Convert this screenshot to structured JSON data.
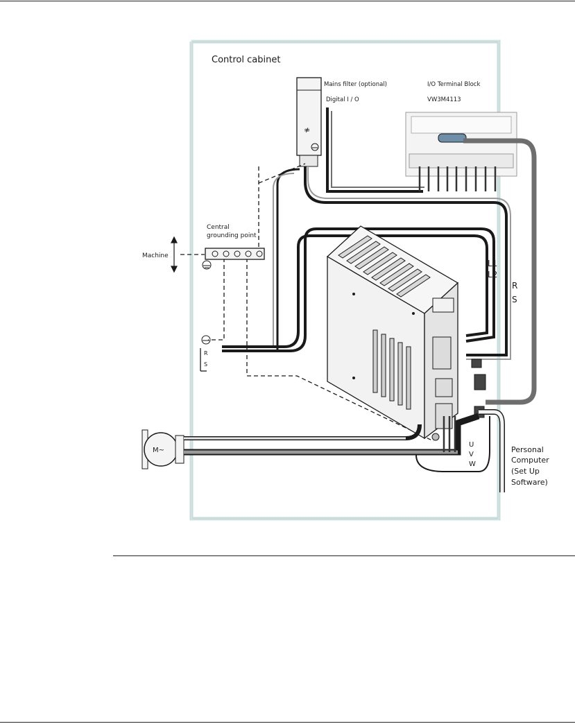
{
  "diagram": {
    "cabinet_label": "Control cabinet",
    "mains_filter_label": "Mains filter (optional)",
    "digital_io_label": "Digital  I / O",
    "io_block_title": "I/O Terminal Block",
    "io_block_model": "VW3M4113",
    "grounding_label_line1": "Central",
    "grounding_label_line2": "grounding point",
    "machine_label": "Machine",
    "l1_label": "L1",
    "l2_label": "L2",
    "r_label": "R",
    "s_label": "S",
    "r_small_label": "R",
    "s_small_label": "S",
    "motor_label": "M~",
    "u_label": "U",
    "v_label": "V",
    "w_label": "W",
    "pc_label_line1": "Personal",
    "pc_label_line2": "Computer",
    "pc_label_line3": "(Set Up",
    "pc_label_line4": "Software)"
  },
  "colors": {
    "cabinet_border": "#c9dcdc",
    "cable_dark": "#1a1a1a",
    "cable_gray": "#6e6e6e",
    "device_fill": "#f4f4f4"
  }
}
